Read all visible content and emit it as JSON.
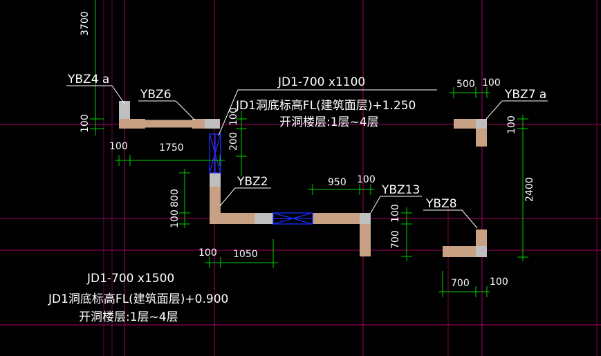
{
  "columns": {
    "ybz4a": "YBZ4 a",
    "ybz6": "YBZ6",
    "ybz2": "YBZ2",
    "ybz13": "YBZ13",
    "ybz8": "YBZ8",
    "ybz7a": "YBZ7 a"
  },
  "dimensions": {
    "d3700": "3700",
    "d100_left": "100",
    "d100_bottom": "100",
    "d1750": "1750",
    "d200": "200",
    "d100_top": "100",
    "d800": "800",
    "d100_mid": "100",
    "d100_lower": "100",
    "d1050": "1050",
    "d950": "950",
    "d100_950": "100",
    "d100_ybz13": "100",
    "d700_v": "700",
    "d500": "500",
    "d100_500": "100",
    "d100_ybz7": "100",
    "d2400": "2400",
    "d700_h": "700",
    "d100_right": "100"
  },
  "openings": {
    "upper": {
      "code": "JD1-700 x1100",
      "elevation": "JD1洞底标高FL(建筑面层)+1.250",
      "floors": "开洞楼层:1层~4层"
    },
    "lower": {
      "code": "JD1-700 x1500",
      "elevation": "JD1洞底标高FL(建筑面层)+0.900",
      "floors": "开洞楼层:1层~4层"
    }
  },
  "colors": {
    "background": "#000000",
    "axis": "#b0006a",
    "dimension": "#00d000",
    "wall": "#c8a083",
    "opening": "#1a2dff",
    "text": "#ffffff"
  }
}
